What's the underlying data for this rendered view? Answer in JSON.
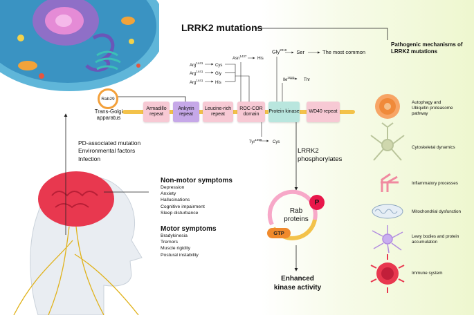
{
  "title": "LRRK2 mutations",
  "right_title": "Pathogenic mechanisms of\nLRRK2 mutations",
  "rab29": "Rab29",
  "trans_golgi": "Trans-Golgi\napparatus",
  "domains": [
    {
      "label": "Armadillo\nrepeat",
      "color": "#f7c9d4"
    },
    {
      "label": "Ankyrin\nrepeat",
      "color": "#c6a8e8"
    },
    {
      "label": "Leucine-rich\nrepeat",
      "color": "#f7c9d4"
    },
    {
      "label": "ROC-COR\ndomain",
      "color": "#f7c9d4"
    },
    {
      "label": "Protein kinase",
      "color": "#b9e6de"
    },
    {
      "label": "WD40 repeat",
      "color": "#f7c9d4"
    }
  ],
  "mutations": {
    "r1441c": {
      "from": "Arg",
      "pos": "1441",
      "to": "Cys"
    },
    "r1441g": {
      "from": "Arg",
      "pos": "1441",
      "to": "Gly"
    },
    "r1441h": {
      "from": "Arg",
      "pos": "1441",
      "to": "His"
    },
    "n1437h": {
      "from": "Asn",
      "pos": "1437",
      "to": "His"
    },
    "g2019s": {
      "from": "Gly",
      "pos": "2019",
      "to": "Ser"
    },
    "most_common": "The most common",
    "i2020t": {
      "from": "Ile",
      "pos": "2020",
      "to": "Thr"
    },
    "y1699c": {
      "from": "Tyr",
      "pos": "1699",
      "to": "Cys"
    }
  },
  "lrrk2_phos": "LRRK2\nphosphorylates",
  "rab_proteins": "Rab\nproteins",
  "p_badge": "P",
  "gtp": "GTP",
  "enhanced": "Enhanced\nkinase activity",
  "risk_factors": [
    "PD-associated mutation",
    "Environmental factors",
    "Infection"
  ],
  "non_motor": {
    "heading": "Non-motor symptoms",
    "items": [
      "Depression",
      "Anxiety",
      "Hallucinations",
      "Cognitive impairment",
      "Sleep disturbance"
    ]
  },
  "motor": {
    "heading": "Motor symptoms",
    "items": [
      "Bradykinesia",
      "Tremors",
      "Muscle rigidity",
      "Postural instability"
    ]
  },
  "mechanisms": [
    {
      "label": "Autophagy and\nUbiquitin proteasome\npathway",
      "icon": "lysosome-icon"
    },
    {
      "label": "Cytoskeletal dynamics",
      "icon": "neuron-icon"
    },
    {
      "label": "Inflammatory processes",
      "icon": "antibody-icon"
    },
    {
      "label": "Mitochondrial dysfunction",
      "icon": "mitochondrion-icon"
    },
    {
      "label": "Lewy bodies and protein\naccumulation",
      "icon": "microglia-icon"
    },
    {
      "label": "Immune system",
      "icon": "immune-cell-icon"
    }
  ],
  "colors": {
    "kinase": "#b9e6de",
    "domain": "#f7c9d4",
    "ankyrin": "#c6a8e8",
    "p_badge": "#e8174a",
    "gtp": "#f08a2c",
    "brain": "#e8384f"
  }
}
